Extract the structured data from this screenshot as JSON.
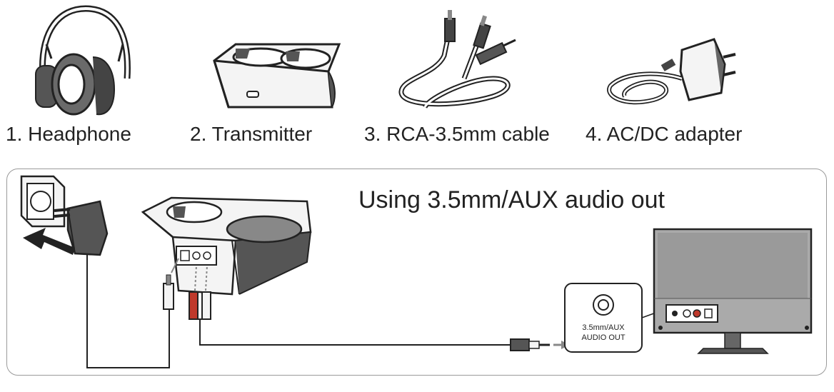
{
  "items": [
    {
      "label": "1. Headphone",
      "icon": "headphone-icon"
    },
    {
      "label": "2. Transmitter",
      "icon": "transmitter-icon"
    },
    {
      "label": "3. RCA-3.5mm cable",
      "icon": "rca-cable-icon"
    },
    {
      "label": "4. AC/DC adapter",
      "icon": "adapter-icon"
    }
  ],
  "connection": {
    "title": "Using 3.5mm/AUX audio out",
    "port_label_line1": "3.5mm/AUX",
    "port_label_line2": "AUDIO OUT"
  }
}
